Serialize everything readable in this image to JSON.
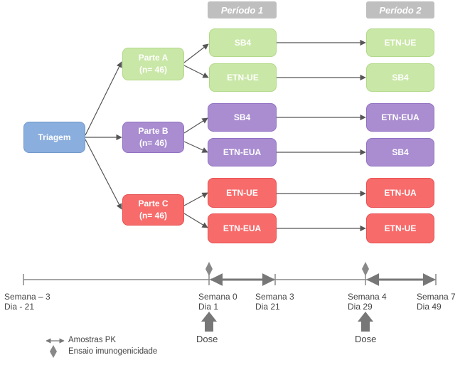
{
  "periods": {
    "p1": "Período 1",
    "p2": "Período 2"
  },
  "screening": "Triagem",
  "parts": {
    "a": {
      "name": "Parte A",
      "n": "(n= 46)"
    },
    "b": {
      "name": "Parte B",
      "n": "(n= 46)"
    },
    "c": {
      "name": "Parte C",
      "n": "(n= 46)"
    }
  },
  "arms": {
    "a1": {
      "p1": "SB4",
      "p2": "ETN-UE"
    },
    "a2": {
      "p1": "ETN-UE",
      "p2": "SB4"
    },
    "b1": {
      "p1": "SB4",
      "p2": "ETN-EUA"
    },
    "b2": {
      "p1": "ETN-EUA",
      "p2": "SB4"
    },
    "c1": {
      "p1": "ETN-UE",
      "p2": "ETN-UA"
    },
    "c2": {
      "p1": "ETN-EUA",
      "p2": "ETN-UE"
    }
  },
  "timeline": {
    "t1": {
      "week": "Semana – 3",
      "day": "Dia - 21"
    },
    "t2": {
      "week": "Semana 0",
      "day": "Dia 1"
    },
    "t3": {
      "week": "Semana 3",
      "day": "Dia 21"
    },
    "t4": {
      "week": "Semana 4",
      "day": "Dia 29"
    },
    "t5": {
      "week": "Semana 7",
      "day": "Dia 49"
    }
  },
  "dose_label": "Dose",
  "legend": {
    "pk": "Amostras PK",
    "immuno": "Ensaio imunogenicidade"
  },
  "colors": {
    "green": "#c9e7a6",
    "purple": "#a98dd0",
    "red": "#f76b6b",
    "blue": "#8aaedd",
    "header": "#bfbfbf",
    "timeline": "#888888"
  }
}
